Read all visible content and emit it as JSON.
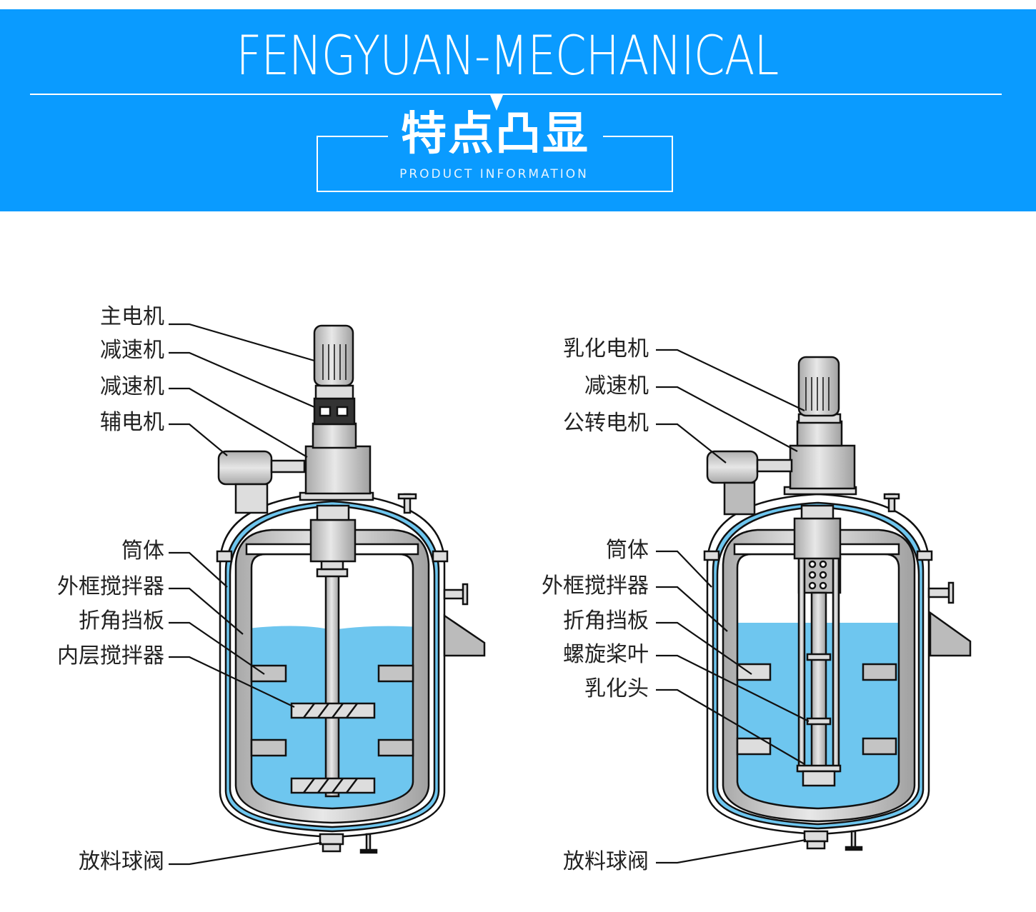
{
  "header": {
    "brand": "FENGYUAN-MECHANICAL",
    "title_cn": "特点凸显",
    "subtitle_en": "PRODUCT INFORMATION",
    "background_color": "#0a9bff"
  },
  "diagram": {
    "left_vessel": {
      "labels": [
        {
          "text": "主电机",
          "target": "main-motor"
        },
        {
          "text": "减速机",
          "target": "coupling"
        },
        {
          "text": "减速机",
          "target": "gearbox"
        },
        {
          "text": "辅电机",
          "target": "auxiliary-motor"
        },
        {
          "text": "筒体",
          "target": "vessel-body"
        },
        {
          "text": "外框搅拌器",
          "target": "outer-frame-agitator"
        },
        {
          "text": "折角挡板",
          "target": "baffle"
        },
        {
          "text": "内层搅拌器",
          "target": "inner-agitator"
        },
        {
          "text": "放料球阀",
          "target": "discharge-ball-valve"
        }
      ]
    },
    "right_vessel": {
      "labels": [
        {
          "text": "乳化电机",
          "target": "emulsifying-motor"
        },
        {
          "text": "减速机",
          "target": "gearbox"
        },
        {
          "text": "公转电机",
          "target": "revolution-motor"
        },
        {
          "text": "筒体",
          "target": "vessel-body"
        },
        {
          "text": "外框搅拌器",
          "target": "outer-frame-agitator"
        },
        {
          "text": "折角挡板",
          "target": "baffle"
        },
        {
          "text": "螺旋桨叶",
          "target": "propeller-blade"
        },
        {
          "text": "乳化头",
          "target": "emulsifying-head"
        },
        {
          "text": "放料球阀",
          "target": "discharge-ball-valve"
        }
      ]
    },
    "colors": {
      "liquid": "#6ec6ef",
      "metal": "#c4c4c4",
      "outline": "#111111"
    }
  }
}
